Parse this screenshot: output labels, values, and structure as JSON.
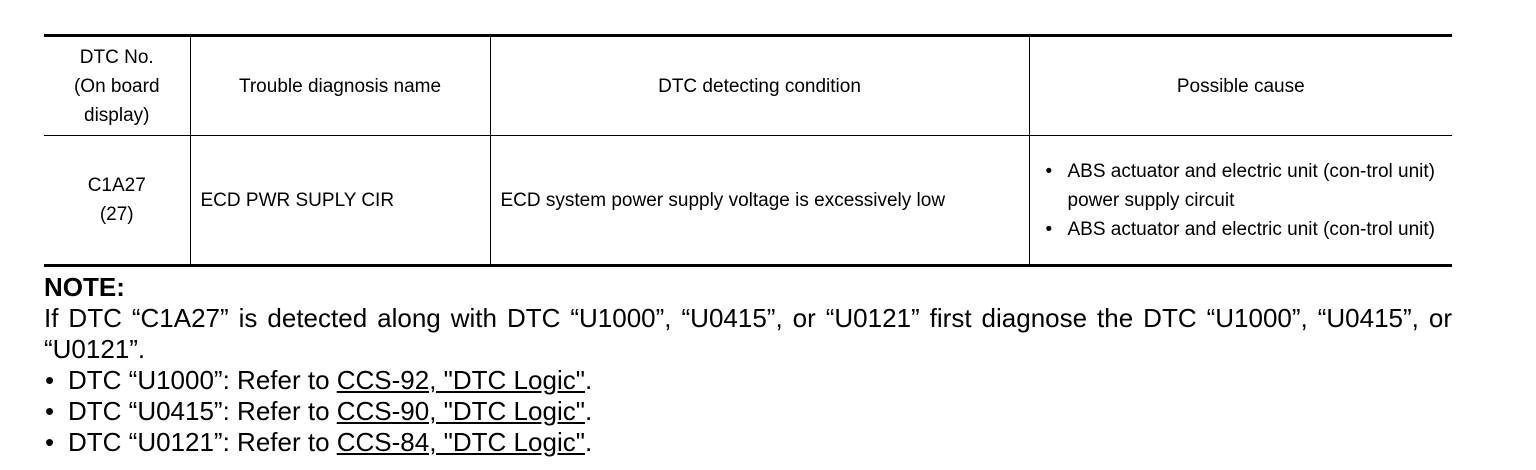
{
  "table": {
    "headers": {
      "dtc_no": [
        "DTC No.",
        "(On board",
        "display)"
      ],
      "trouble_name": "Trouble diagnosis name",
      "detecting_condition": "DTC detecting condition",
      "possible_cause": "Possible cause"
    },
    "rows": [
      {
        "dtc_code": "C1A27",
        "dtc_display": "(27)",
        "trouble_name": "ECD PWR SUPLY CIR",
        "detecting_condition": "ECD system power supply voltage is excessively low",
        "possible_causes": [
          "ABS actuator and electric unit (con-trol unit) power supply circuit",
          "ABS actuator and electric unit (con-trol unit)"
        ]
      }
    ]
  },
  "note": {
    "title": "NOTE:",
    "text": "If DTC “C1A27” is detected along with DTC “U1000”, “U0415”, or “U0121” first diagnose the DTC “U1000”, “U0415”, or “U0121”.",
    "refs": [
      {
        "prefix": "DTC “U1000”: Refer to ",
        "link": "CCS-92, \"DTC Logic\"",
        "suffix": "."
      },
      {
        "prefix": "DTC “U0415”: Refer to ",
        "link": "CCS-90, \"DTC Logic\"",
        "suffix": "."
      },
      {
        "prefix": "DTC “U0121”: Refer to ",
        "link": "CCS-84, \"DTC Logic\"",
        "suffix": "."
      }
    ]
  }
}
